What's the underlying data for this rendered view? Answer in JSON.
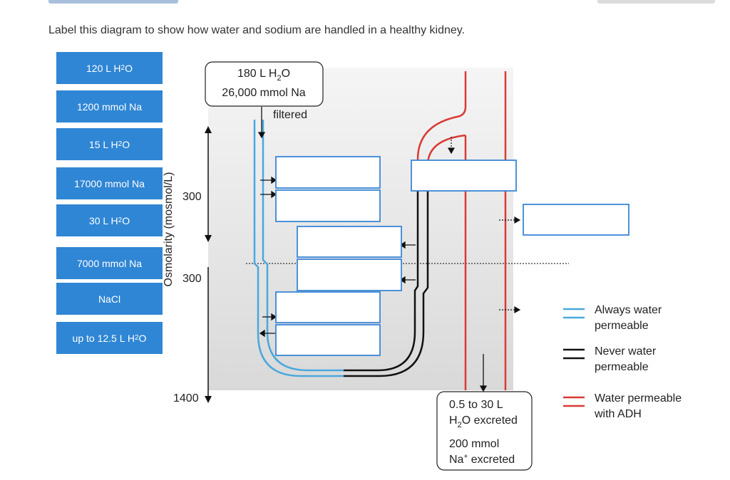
{
  "instruction": "Label this diagram to show how water and sodium are handled in a healthy kidney.",
  "labels": [
    {
      "id": "120-l-h2o",
      "pre": "120 L H",
      "sub": "2",
      "post": "O"
    },
    {
      "id": "1200-mmol-na",
      "pre": "1200 mmol Na",
      "sub": "",
      "post": ""
    },
    {
      "id": "15-l-h2o",
      "pre": "15 L H",
      "sub": "2",
      "post": "O"
    },
    {
      "id": "17000-mmol-na",
      "pre": "17000 mmol Na",
      "sub": "",
      "post": ""
    },
    {
      "id": "30-l-h2o",
      "pre": "30 L H",
      "sub": "2",
      "post": "O"
    },
    {
      "id": "7000-mmol-na",
      "pre": "7000 mmol Na",
      "sub": "",
      "post": ""
    },
    {
      "id": "nacl",
      "pre": "NaCl",
      "sub": "",
      "post": ""
    },
    {
      "id": "up-to-12-5-l-h2o",
      "pre": "up to 12.5 L H",
      "sub": "2",
      "post": "O"
    }
  ],
  "diagram": {
    "filtrate": {
      "line1_pre": "180 L H",
      "line1_sub": "2",
      "line1_post": "O",
      "line2": "26,000 mmol Na"
    },
    "filtered": "filtered",
    "axis_label": "Osmolarity (mosmol/L)",
    "osm_top": "300",
    "osm_mid": "300",
    "osm_bottom": "1400",
    "excreted": {
      "l1": "0.5 to 30 L",
      "l2_pre": "H",
      "l2_sub": "2",
      "l2_post": "O excreted",
      "l3": "200 mmol",
      "l4_pre": "Na",
      "l4_sup": "+",
      "l4_post": " excreted"
    }
  },
  "legend": [
    {
      "color": "#4aa8dc",
      "l1": "Always water",
      "l2": "permeable"
    },
    {
      "color": "#111111",
      "l1": "Never water",
      "l2": "permeable"
    },
    {
      "color": "#d93a35",
      "l1": "Water permeable",
      "l2": "with ADH"
    }
  ],
  "colors": {
    "chip": "#2f86d4",
    "dropzone_border": "#3b86d6",
    "blue_tube": "#4aa8dc",
    "black_tube": "#111111",
    "red_duct": "#d93a35"
  }
}
